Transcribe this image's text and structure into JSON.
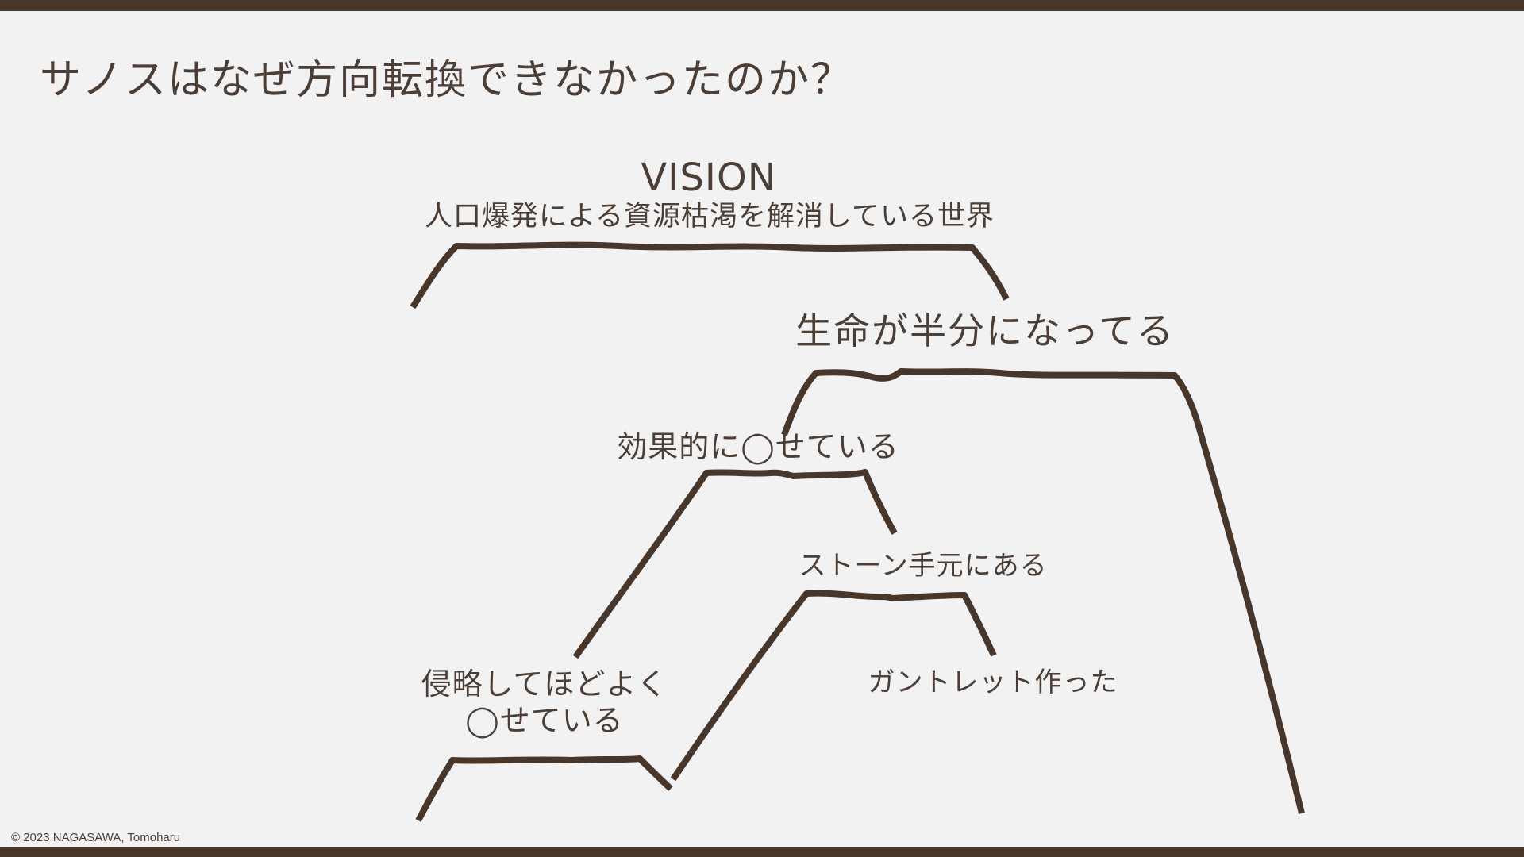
{
  "slide": {
    "title": "サノスはなぜ方向転換できなかったのか？",
    "copyright": "© 2023 NAGASAWA, Tomoharu",
    "colors": {
      "background": "#f2f2f2",
      "bars": "#47372b",
      "text": "#4a3e37",
      "lines": "#47372b"
    }
  },
  "diagram": {
    "vision": {
      "heading": "VISION",
      "text": "人口爆発による資源枯渇を解消している世界"
    },
    "nodes": {
      "life_halved": "生命が半分になってる",
      "effectively": "効果的に◯せている",
      "stones": "ストーン手元にある",
      "gauntlet": "ガントレット作った",
      "invade_line1": "侵略してほどよく",
      "invade_line2": "◯せている"
    }
  }
}
